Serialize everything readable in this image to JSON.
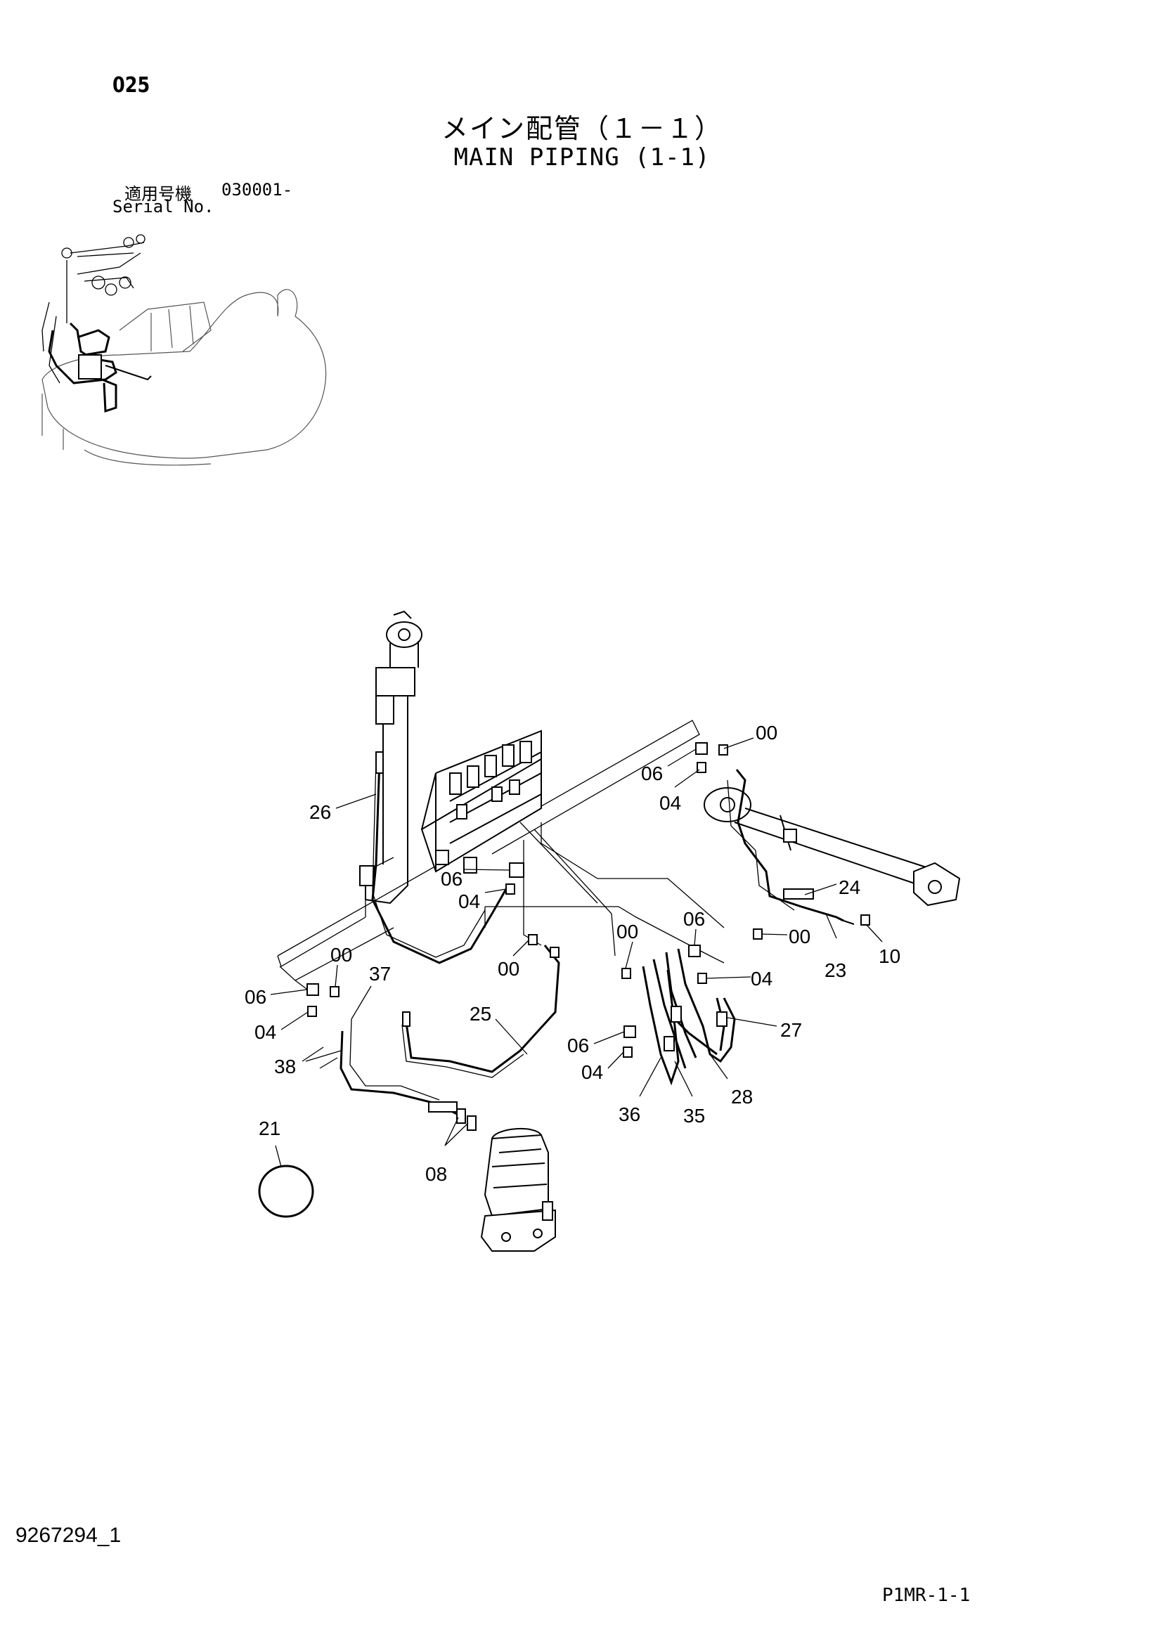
{
  "header": {
    "page_number": "025",
    "title_jp": "メイン配管（１－１）",
    "title_en": "MAIN PIPING (1-1)",
    "serial_label_jp": "適用号機",
    "serial_number": "030001-",
    "serial_label_en": "Serial No."
  },
  "callouts": {
    "c00_a": "00",
    "c06_a": "06",
    "c04_a": "04",
    "c26": "26",
    "c06_b": "06",
    "c04_b": "04",
    "c24": "24",
    "c00_b": "00",
    "c23": "23",
    "c10": "10",
    "c06_c": "06",
    "c00_c": "00",
    "c00_d": "00",
    "c04_c": "04",
    "c27": "27",
    "c00_e": "00",
    "c37": "37",
    "c06_d": "06",
    "c04_d": "04",
    "c25": "25",
    "c06_e": "06",
    "c04_e": "04",
    "c28": "28",
    "c38": "38",
    "c36": "36",
    "c35": "35",
    "c21": "21",
    "c08": "08"
  },
  "footer": {
    "document_id": "9267294_1",
    "page_code": "P1MR-1-1"
  }
}
